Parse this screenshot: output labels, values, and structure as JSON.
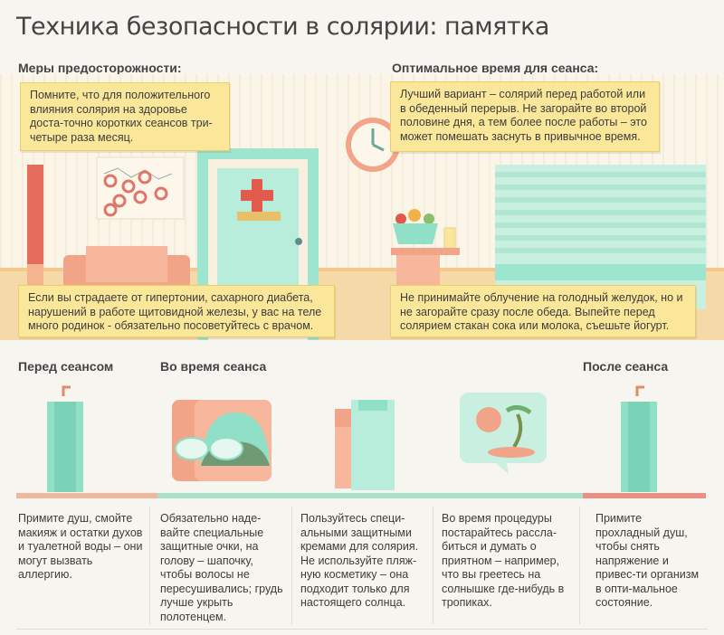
{
  "title": "Техника безопасности в солярии: памятка",
  "precautions": {
    "heading": "Меры предосторожности:",
    "note_top": "Помните, что для положительного влияния солярия на здоровье доста-точно коротких сеансов три-четыре раза месяц.",
    "note_bottom": "Если вы страдаете от гипертонии, сахарного диабета, нарушений в работе щитовидной железы, у вас на теле много родинок - обязательно посоветуйтесь с врачом."
  },
  "optimal_time": {
    "heading": "Оптимальное время для сеанса:",
    "note_top": "Лучший вариант – солярий перед работой или в обеденный перерыв. Не загорайте во второй половине дня, а тем более после работы – это может помешать заснуть в привычное время.",
    "note_bottom": "Не принимайте облучение на голодный желудок, но и не загорайте сразу после обеда. Выпейте перед солярием стакан сока или молока, съешьте йогурт."
  },
  "stages": {
    "before": "Перед сеансом",
    "during": "Во время сеанса",
    "after": "После сеанса"
  },
  "columns": [
    "Примите душ, смойте макияж и остатки духов и туалетной воды – они могут вызвать аллергию.",
    "Обязательно наде-вайте специальные защитные очки, на голову – шапочку, чтобы волосы не пересушивались; грудь лучше укрыть полотенцем.",
    "Пользуйтесь специ-альными защитными кремами для солярия. Не используйте пляж-ную косметику – она подходит только для настоящего солнца.",
    "Во время процедуры постарайтесь рассла-биться и думать о приятном – например, что вы греетесь на солнышке где-нибудь в тропиках.",
    "Примите прохладный душ, чтобы снять напряжение и привес-ти организм в опти-мальное состояние."
  ],
  "colors": {
    "note": "#fbe79a",
    "teal": "#8fe0c6",
    "salmon": "#f2a488",
    "bar_before": "#f0b79c",
    "bar_during": "#a9e0c8",
    "bar_after": "#ee8f86"
  }
}
